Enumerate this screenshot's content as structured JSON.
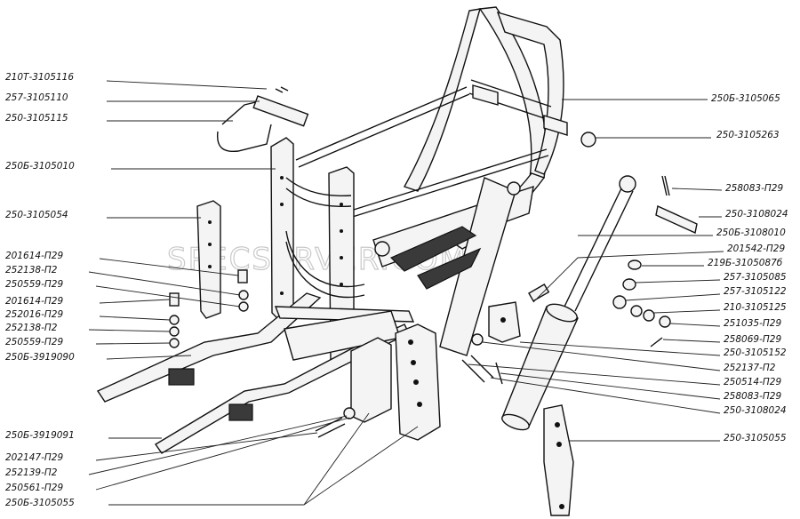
{
  "watermark": "SPECSERVER.COM",
  "labels": {
    "l1": "210Т-3105116",
    "l2": "257-3105110",
    "l3": "250-3105115",
    "l4": "250Б-3105010",
    "l5": "250-3105054",
    "l6": "201614-П29",
    "l7": "252138-П2",
    "l8": "250559-П29",
    "l9": "201614-П29",
    "l10": "252016-П29",
    "l11": "252138-П2",
    "l12": "250559-П29",
    "l13": "250Б-3919090",
    "l14": "250Б-3919091",
    "l15": "202147-П29",
    "l16": "252139-П2",
    "l17": "250561-П29",
    "l18": "250Б-3105055",
    "r1": "250Б-3105065",
    "r2": "250-3105263",
    "r3": "258083-П29",
    "r4": "250-3108024",
    "r5": "250Б-3108010",
    "r6": "201542-П29",
    "r7": "219Б-3105087б",
    "r8": "257-3105085",
    "r9": "257-3105122",
    "r10": "210-3105125",
    "r11": "251035-П29",
    "r12": "258069-П29",
    "r13": "250-3105152",
    "r14": "252137-П2",
    "r15": "250514-П29",
    "r16": "258083-П29",
    "r17": "250-3108024",
    "r18": "250-3105055"
  }
}
